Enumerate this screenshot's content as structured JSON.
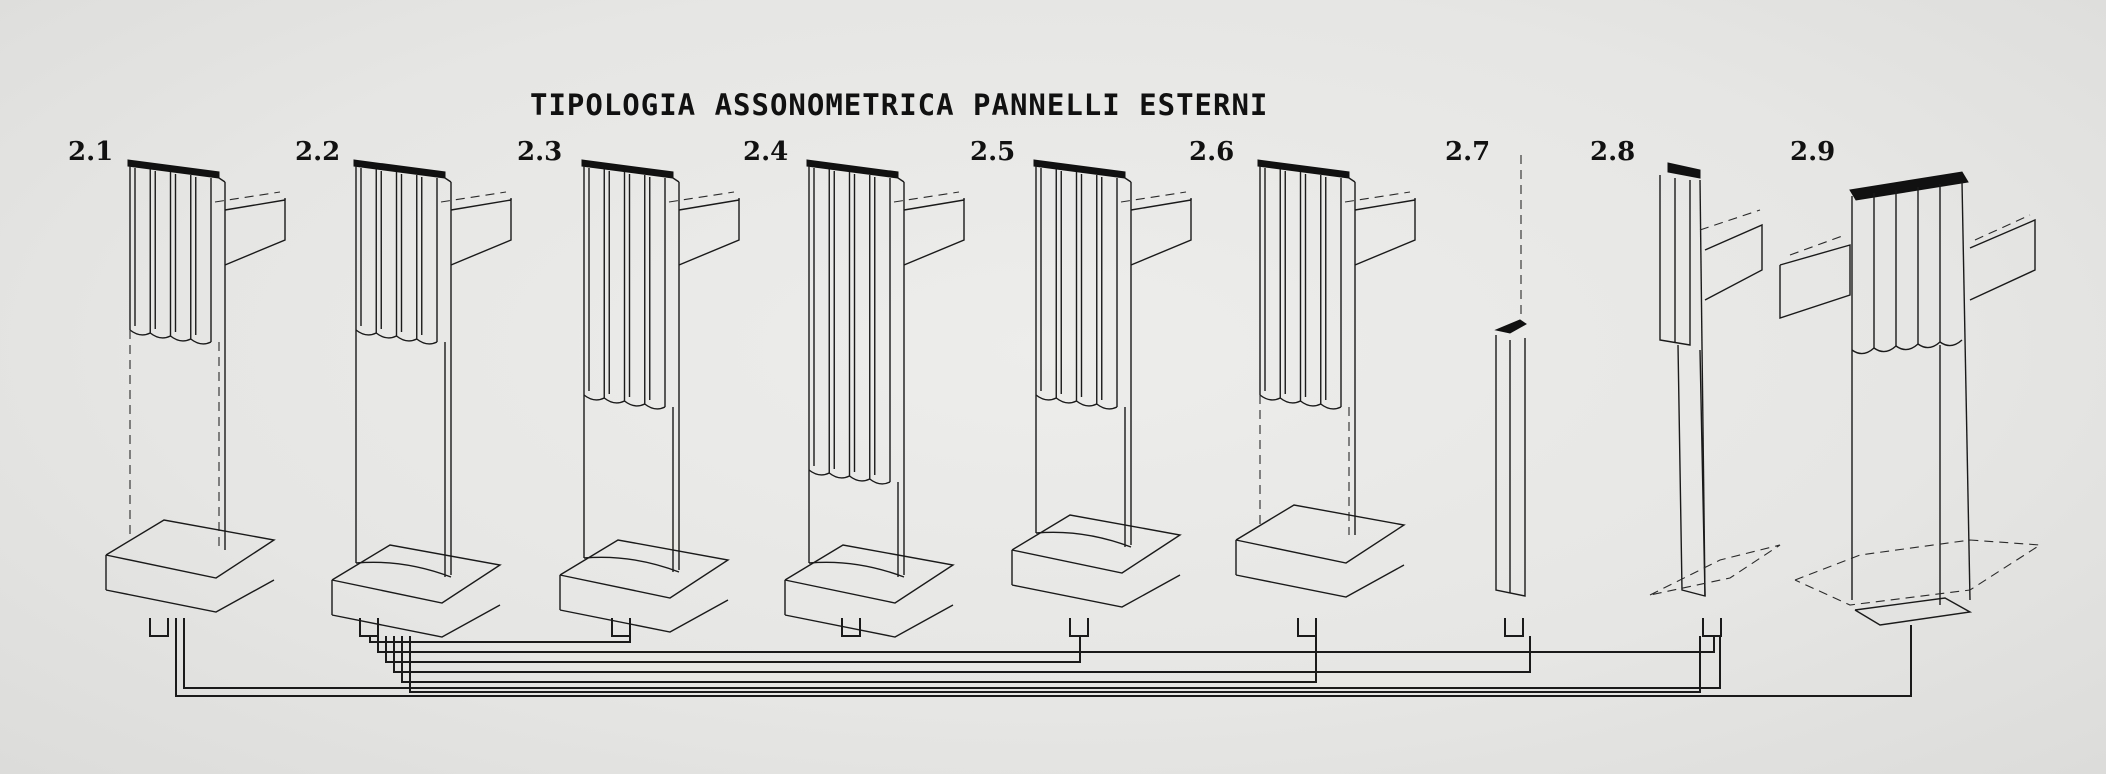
{
  "title": "TIPOLOGIA ASSONOMETRICA PANNELLI ESTERNI",
  "panels": [
    {
      "label": "2.1"
    },
    {
      "label": "2.2"
    },
    {
      "label": "2.3"
    },
    {
      "label": "2.4"
    },
    {
      "label": "2.5"
    },
    {
      "label": "2.6"
    },
    {
      "label": "2.7"
    },
    {
      "label": "2.8"
    },
    {
      "label": "2.9"
    }
  ]
}
